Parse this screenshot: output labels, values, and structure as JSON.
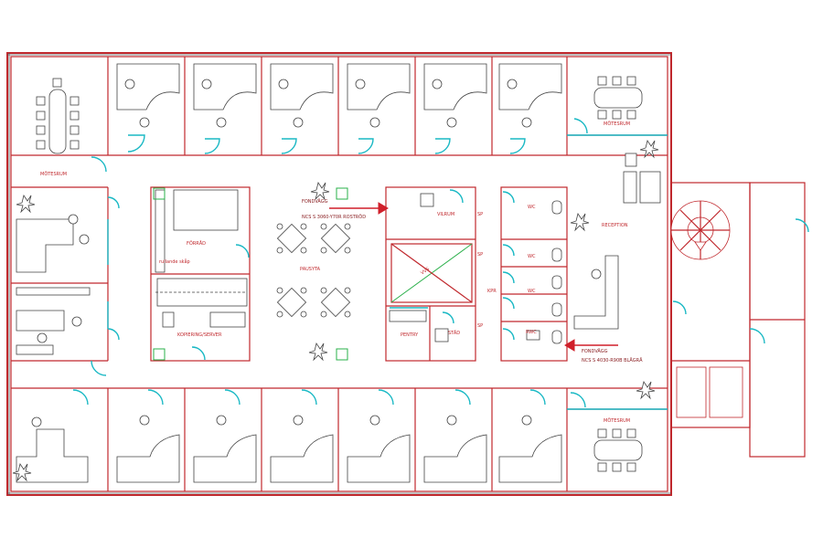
{
  "rooms": {
    "motesrum_top_left": "MÖTESRUM",
    "motesrum_top_right": "MÖTESRUM",
    "motesrum_bottom_right": "MÖTESRUM",
    "forrad": "FÖRRÅD",
    "kopiering": "KOPIERING/SERVER",
    "pausyta": "PAUSYTA",
    "vilrum": "VILRUM",
    "pentry": "PENTRY",
    "stad": "STÄD",
    "reception": "RECEPTION",
    "wc1": "WC",
    "wc2": "WC",
    "wc3": "WC",
    "rwc": "RWC",
    "vvs": "VVS",
    "kpr": "KPR",
    "sp1": "SP",
    "sp2": "SP",
    "sp3": "SP",
    "rulle": "rullande\nskåp"
  },
  "annotations": {
    "fondvagg_top_title": "FONDVÄGG",
    "fondvagg_top_spec": "NCS S 3060-Y70R ROSTRÖD",
    "fondvagg_bottom_title": "FONDVÄGG",
    "fondvagg_bottom_spec": "NCS S 4030-R90B BLÅGRÅ"
  },
  "colors": {
    "wall": "#c0282d",
    "door": "#19b8c4",
    "furniture": "#444444",
    "plant_marker": "#2ab04a",
    "arrow": "#d01f2a"
  }
}
